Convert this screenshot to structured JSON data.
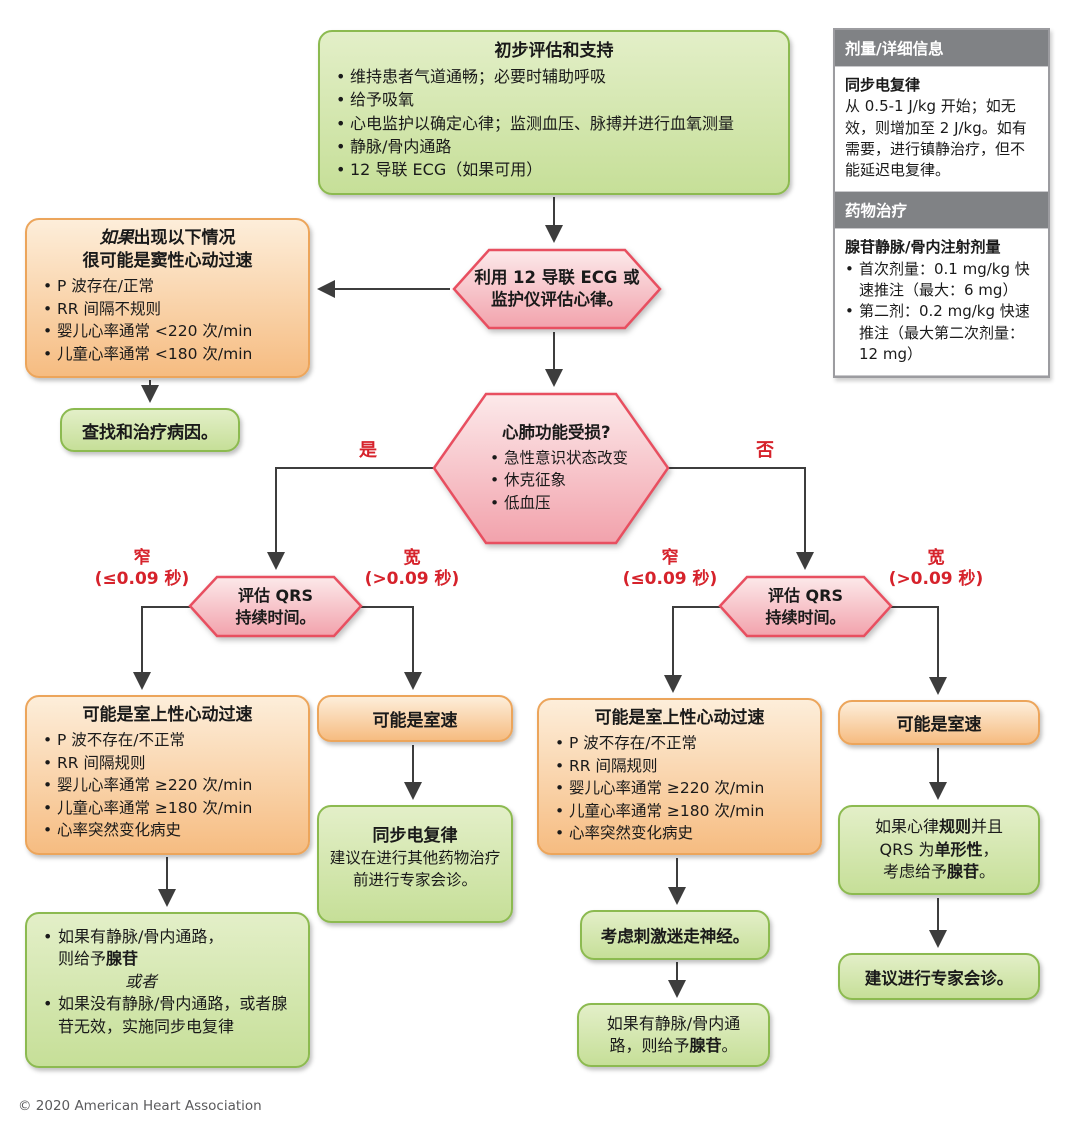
{
  "colors": {
    "green_border": "#8cba50",
    "orange_border": "#eca55b",
    "pink_border": "#e84f60",
    "red_label": "#d6222b",
    "header_gray": "#808285",
    "line": "#3d3d3d"
  },
  "boxes": {
    "initial": {
      "title": "初步评估和支持",
      "bullets": [
        "维持患者气道通畅；必要时辅助呼吸",
        "给予吸氧",
        "心电监护以确定心律；监测血压、脉搏并进行血氧测量",
        "静脉/骨内通路",
        "12 导联 ECG（如果可用）"
      ]
    },
    "sinus": {
      "title_italic": "如果",
      "title_rest": "出现以下情况",
      "title_line2": "很可能是窦性心动过速",
      "bullets": [
        "P 波存在/正常",
        "RR 间隔不规则",
        "婴儿心率通常 <220 次/min",
        "儿童心率通常 <180 次/min"
      ]
    },
    "treat_cause": {
      "text": "查找和治疗病因。"
    },
    "hex_ecg": {
      "line1": "利用 12 导联 ECG 或",
      "line2": "监护仪评估心律。"
    },
    "hex_compromise": {
      "title": "心肺功能受损?",
      "bullets": [
        "急性意识状态改变",
        "休克征象",
        "低血压"
      ]
    },
    "qrs": {
      "line1": "评估 QRS",
      "line2": "持续时间。"
    },
    "svt": {
      "title": "可能是室上性心动过速",
      "bullets": [
        "P 波不存在/不正常",
        "RR 间隔规则",
        "婴儿心率通常 ≥220 次/min",
        "儿童心率通常 ≥180 次/min",
        "心率突然变化病史"
      ]
    },
    "vt": {
      "title": "可能是室速"
    },
    "cardioversion": {
      "title": "同步电复律",
      "body": "建议在进行其他药物治疗前进行专家会诊。"
    },
    "adenosine_left": {
      "b1_line1": "如果有静脉/骨内通路，",
      "b1_pre": "则给予",
      "b1_bold": "腺苷",
      "or": "或者",
      "b2": "如果没有静脉/骨内通路，或者腺苷无效，实施同步电复律"
    },
    "vagal": {
      "text": "考虑刺激迷走神经。"
    },
    "adenosine_right": {
      "line1": "如果有静脉/骨内通",
      "line2_pre": "路，则给予",
      "line2_bold": "腺苷",
      "line2_end": "。"
    },
    "vt_adenosine": {
      "l1_pre": "如果心律",
      "l1_bold": "规则",
      "l1_end": "并且",
      "l2_pre": "QRS 为",
      "l2_bold": "单形性",
      "l2_end": "，",
      "l3_pre": "考虑给予",
      "l3_bold": "腺苷",
      "l3_end": "。"
    },
    "expert": {
      "text": "建议进行专家会诊。"
    }
  },
  "labels": {
    "yes": "是",
    "no": "否",
    "narrow": "窄",
    "narrow_sub": "(≤0.09 秒)",
    "wide": "宽",
    "wide_sub": "(>0.09 秒)"
  },
  "sidebar": {
    "header1": "剂量/详细信息",
    "cardioversion_title": "同步电复律",
    "cardioversion_body": "从 0.5-1 J/kg 开始；如无效，则增加至 2 J/kg。如有需要，进行镇静治疗，但不能延迟电复律。",
    "header2": "药物治疗",
    "adenosine_title": "腺苷静脉/骨内注射剂量",
    "adenosine_bullets": [
      "首次剂量：0.1 mg/kg 快速推注（最大：6 mg）",
      "第二剂：0.2 mg/kg 快速推注（最大第二次剂量：12 mg）"
    ]
  },
  "page": {
    "copyright": "© 2020 American Heart Association"
  }
}
